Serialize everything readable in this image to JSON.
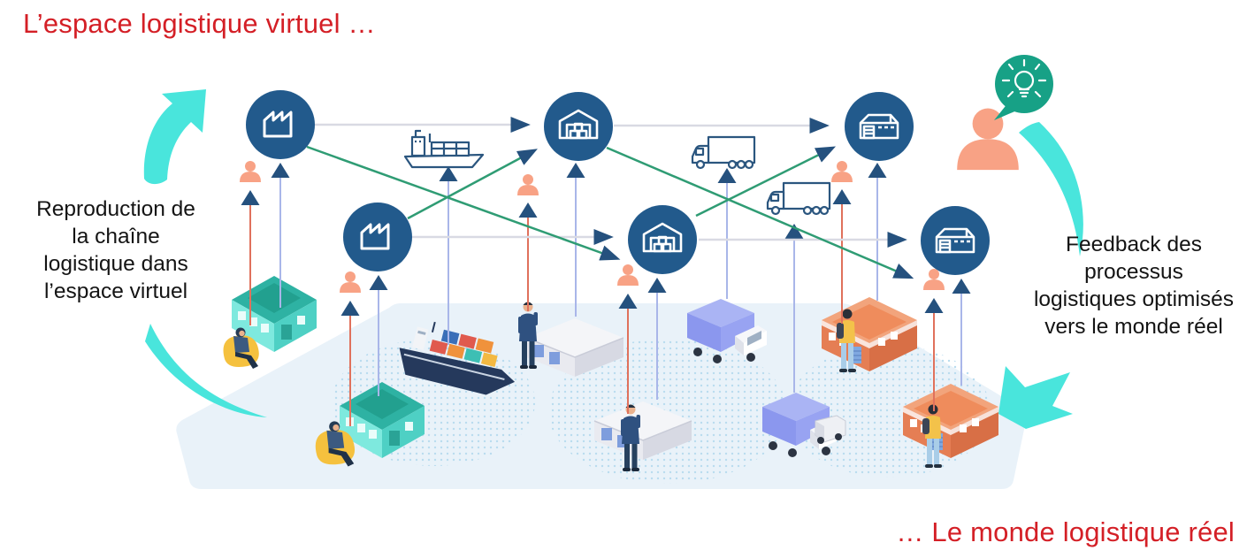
{
  "titles": {
    "virtual_space": "L’espace logistique virtuel …",
    "real_world": "… Le monde logistique réel"
  },
  "annotations": {
    "left_lines": [
      "Reproduction de",
      "la chaîne",
      "logistique dans",
      "l’espace virtuel"
    ],
    "right_lines": [
      "Feedback des",
      "processus",
      "logistiques optimisés",
      "vers le monde réel"
    ]
  },
  "colors": {
    "title_red": "#d41f26",
    "flow_cyan": "#49e5dc",
    "node_navy": "#225a8c",
    "arrowhead_navy": "#25517e",
    "link_green": "#2f9c74",
    "link_gray": "#d9dae3",
    "connector_blue": "#a9b6e9",
    "connector_salmon": "#e0715c",
    "person_orange": "#f8a285",
    "idea_bubble_teal": "#17a186",
    "scene_floor": "#e9f2f9"
  },
  "virtual_network": {
    "nodes": [
      {
        "id": "factory-1",
        "icon": "factory-icon"
      },
      {
        "id": "factory-2",
        "icon": "factory-icon"
      },
      {
        "id": "warehouse-1",
        "icon": "warehouse-icon"
      },
      {
        "id": "warehouse-2",
        "icon": "warehouse-icon"
      },
      {
        "id": "distribution-center-1",
        "icon": "warehouse-building-icon"
      },
      {
        "id": "distribution-center-2",
        "icon": "warehouse-building-icon"
      }
    ],
    "transport_icons": [
      "cargo-ship-icon",
      "truck-icon",
      "truck-icon"
    ],
    "idea_icon": "lightbulb-icon",
    "flows": [
      {
        "from": "factory-1",
        "to": "warehouse-1",
        "via": "ship"
      },
      {
        "from": "factory-2",
        "to": "warehouse-2"
      },
      {
        "from": "warehouse-1",
        "to": "distribution-center-1",
        "via": "truck"
      },
      {
        "from": "warehouse-2",
        "to": "distribution-center-2",
        "via": "truck"
      },
      {
        "from": "factory-1",
        "to": "warehouse-2"
      },
      {
        "from": "factory-2",
        "to": "warehouse-1"
      },
      {
        "from": "warehouse-1",
        "to": "distribution-center-2"
      },
      {
        "from": "warehouse-2",
        "to": "distribution-center-1"
      }
    ]
  },
  "real_scene": {
    "elements": [
      "teal-house",
      "teal-house",
      "beanbag-person",
      "beanbag-person",
      "container-ship",
      "white-warehouse",
      "white-warehouse",
      "worker",
      "worker",
      "delivery-truck",
      "delivery-truck",
      "orange-store",
      "orange-store",
      "courier",
      "courier",
      "van",
      "world-map-dots"
    ]
  }
}
